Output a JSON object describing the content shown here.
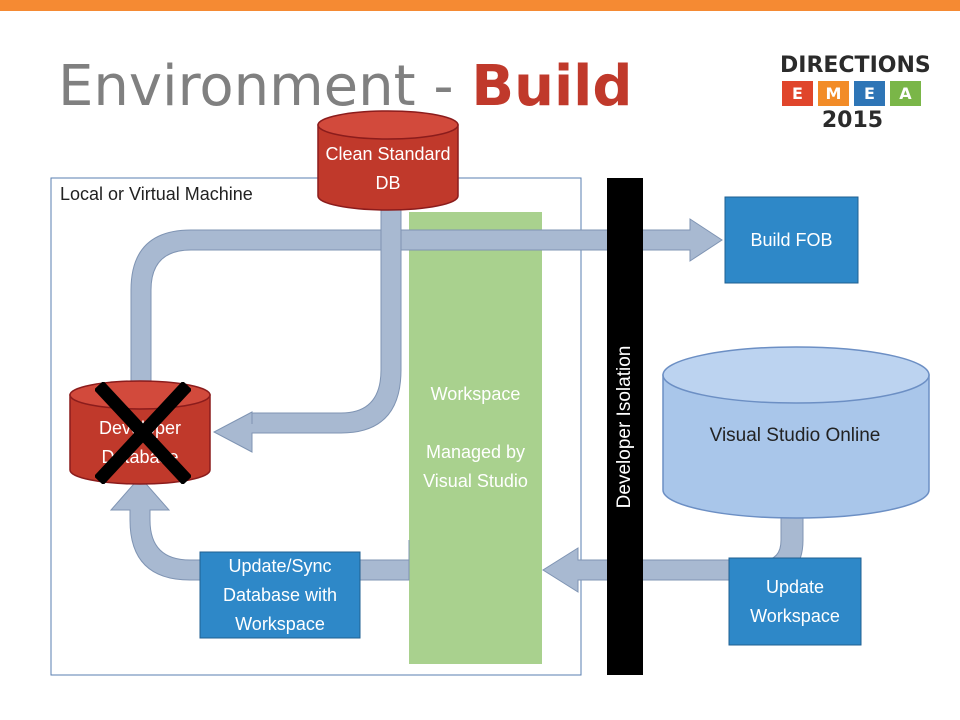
{
  "title": {
    "main": "Environment - ",
    "accent": "Build"
  },
  "logo": {
    "word": "DIRECTIONS",
    "letters": [
      "E",
      "M",
      "E",
      "A"
    ],
    "year": "2015"
  },
  "colors": {
    "top_bar": "#f58a33",
    "accent": "#c0392b",
    "db_red": "#c0392b",
    "arrow_fill": "#a8b9d1",
    "workspace_green": "#a9d18e",
    "box_blue": "#2e88c8",
    "vso_blue": "#a9c6ea"
  },
  "diagram": {
    "frame_label": "Local or Virtual Machine",
    "clean_db": "Clean Standard DB",
    "developer_db": "Developer Database",
    "workspace": "Workspace\n\nManaged by Visual Studio",
    "isolation": "Developer Isolation",
    "build_fob": "Build FOB",
    "vso": "Visual Studio Online",
    "update_workspace": "Update Workspace",
    "update_sync": "Update/Sync Database with Workspace",
    "icons": [
      "x-mark-icon"
    ]
  }
}
